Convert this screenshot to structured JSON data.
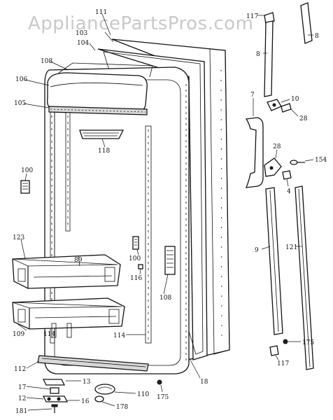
{
  "watermark": "AppliancePartsPros.com",
  "callouts": {
    "c111": "111",
    "c103": "103",
    "c104": "104",
    "c108": "108",
    "c106": "106",
    "c105": "105",
    "c118": "118",
    "c100a": "100",
    "c123": "123",
    "c89": "89",
    "c100b": "100",
    "c116": "116",
    "c108b": "108",
    "c109": "109",
    "c114a": "114",
    "c114b": "114",
    "c112": "112",
    "c13": "13",
    "c17": "17",
    "c12": "12",
    "c16": "16",
    "c181": "181",
    "c110": "110",
    "c178": "178",
    "c175a": "175",
    "c18": "18",
    "c117a": "117",
    "c8a": "8",
    "c8b": "8",
    "c10": "10",
    "c28a": "28",
    "c7": "7",
    "c28b": "28",
    "c154": "154",
    "c4": "4",
    "c9": "9",
    "c121": "121",
    "c175b": "175",
    "c117b": "117"
  }
}
